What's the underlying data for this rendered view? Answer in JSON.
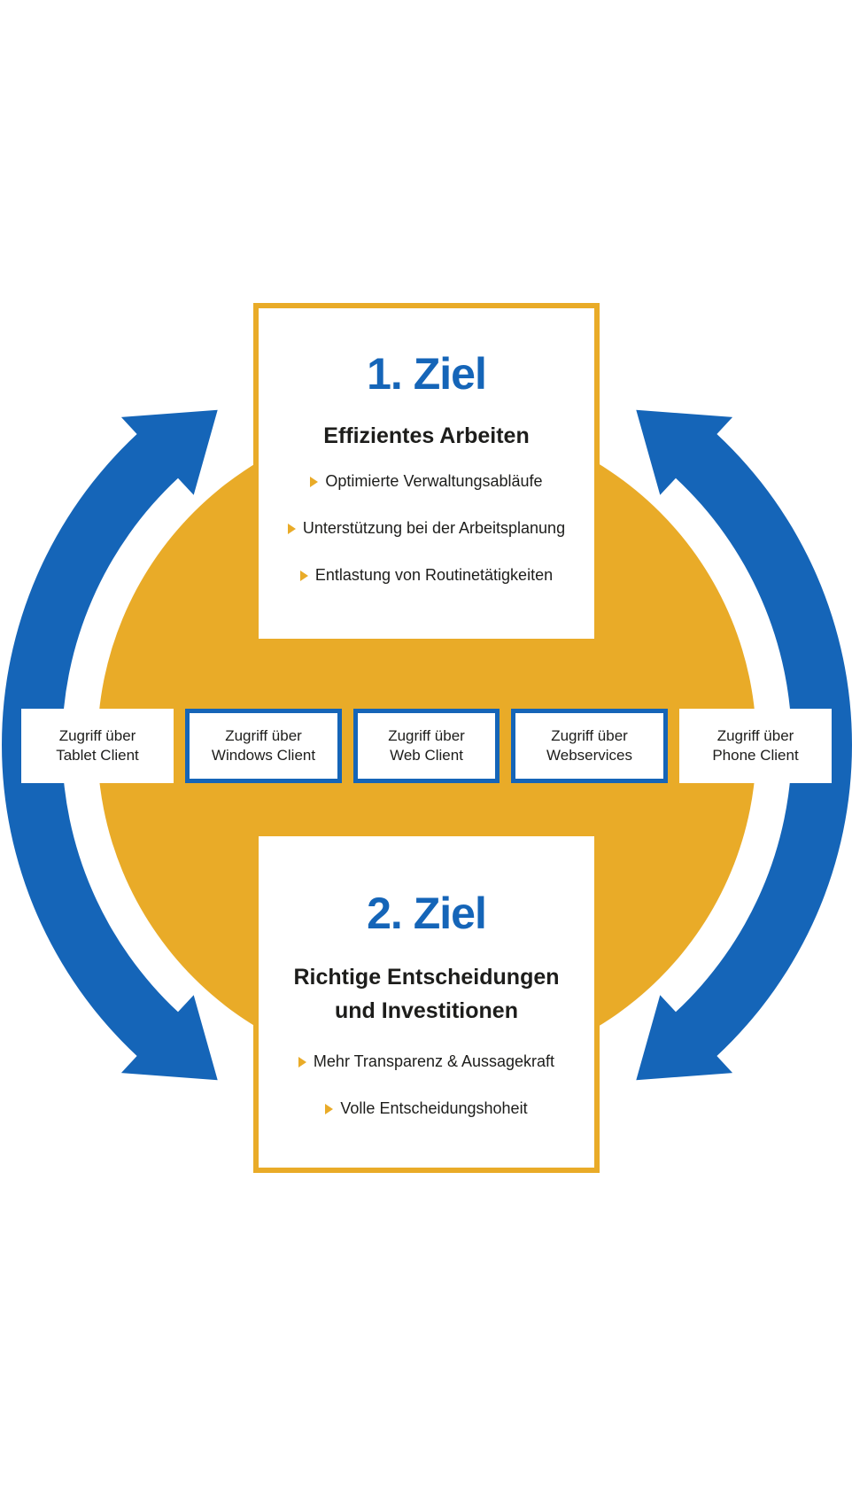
{
  "colors": {
    "blue": "#1565b8",
    "orange": "#e9ab28"
  },
  "goal1": {
    "title": "1. Ziel",
    "subtitle": "Effizientes Arbeiten",
    "bullets": [
      "Optimierte Verwaltungsabläufe",
      "Unterstützung bei der Arbeitsplanung",
      "Entlastung von Routinetätigkeiten"
    ]
  },
  "goal2": {
    "title": "2. Ziel",
    "subtitle_line1": "Richtige Entscheidungen",
    "subtitle_line2": "und Investitionen",
    "bullets": [
      "Mehr Transparenz & Aussagekraft",
      "Volle Entscheidungshoheit"
    ]
  },
  "clients": [
    {
      "line1": "Zugriff über",
      "line2": "Tablet Client"
    },
    {
      "line1": "Zugriff über",
      "line2": "Windows Client"
    },
    {
      "line1": "Zugriff über",
      "line2": "Web Client"
    },
    {
      "line1": "Zugriff über",
      "line2": "Webservices"
    },
    {
      "line1": "Zugriff über",
      "line2": "Phone Client"
    }
  ]
}
